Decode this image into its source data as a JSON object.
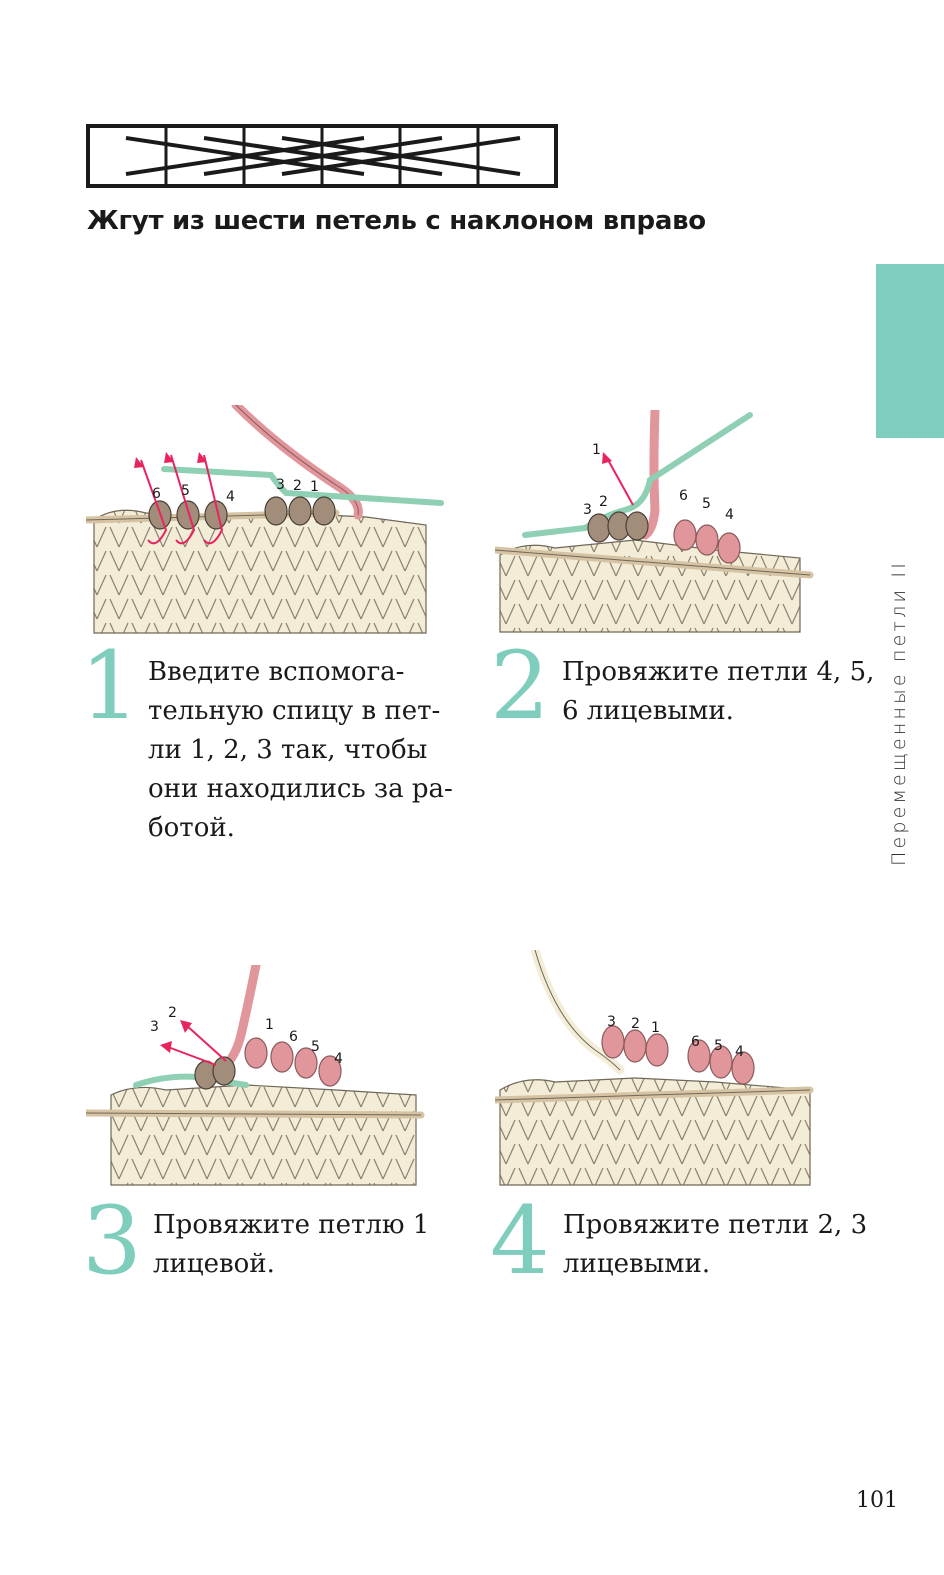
{
  "page": {
    "title": "Жгут из шести петель с наклоном вправо",
    "side_label": "Перемещенные петли II",
    "page_number": "101"
  },
  "colors": {
    "accent": "#7ecdbd",
    "yarn_cream": "#f3ecd6",
    "yarn_taupe": "#a28d7b",
    "yarn_pink": "#e0969a",
    "needle_green": "#8fcfb3",
    "arrow_red": "#e8245f"
  },
  "steps": [
    {
      "number": "1",
      "lines": [
        "Введите вспомога-",
        "тельную спицу в пет-",
        "ли 1, 2, 3 так, чтобы",
        "они находились за ра-",
        "ботой."
      ],
      "labels": [
        "6",
        "5",
        "4",
        "3",
        "2",
        "1"
      ]
    },
    {
      "number": "2",
      "lines": [
        "Провяжите петли 4, 5,",
        "6 лицевыми."
      ],
      "labels": [
        "1",
        "3",
        "2",
        "6",
        "5",
        "4"
      ]
    },
    {
      "number": "3",
      "lines": [
        "Провяжите петлю 1",
        "лицевой."
      ],
      "labels": [
        "3",
        "2",
        "1",
        "6",
        "5",
        "4"
      ]
    },
    {
      "number": "4",
      "lines": [
        "Провяжите петли 2, 3",
        "лицевыми."
      ],
      "labels": [
        "3",
        "2",
        "1",
        "6",
        "5",
        "4"
      ]
    }
  ]
}
